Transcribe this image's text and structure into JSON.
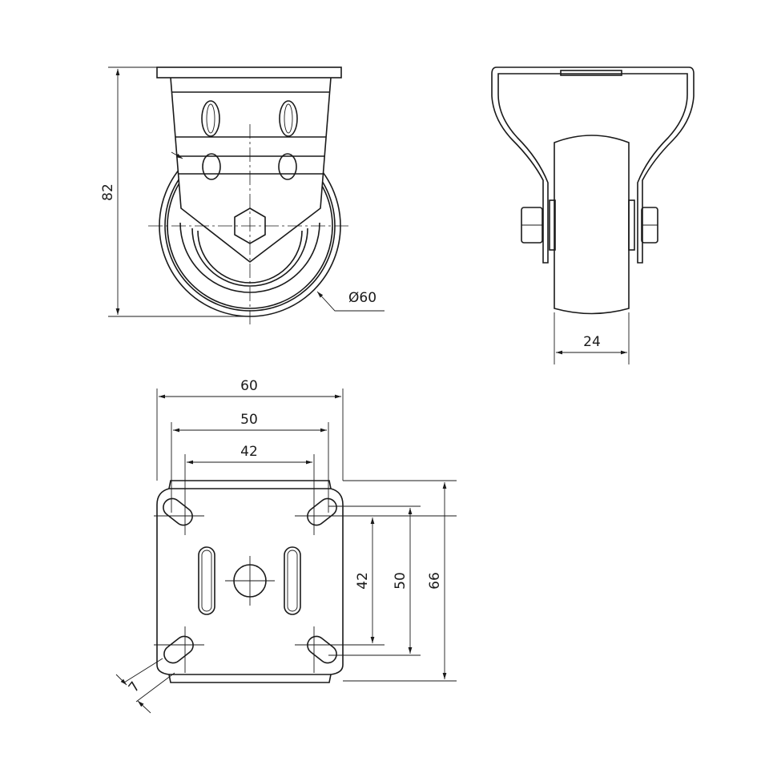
{
  "title": "Fixed castor technical drawing",
  "front_view": {
    "height_dim": "82",
    "diameter_dim": "Ø60"
  },
  "side_view": {
    "width_dim": "24"
  },
  "plate_view": {
    "plate_width_dim": "60",
    "hole_outer_dim": "50",
    "hole_inner_dim": "42",
    "vert_inner_dim": "42",
    "vert_outer_dim": "50",
    "plate_length_dim": "66",
    "slot_width_dim": "7"
  },
  "colors": {
    "line": "#1a1a1a",
    "background": "#ffffff"
  }
}
